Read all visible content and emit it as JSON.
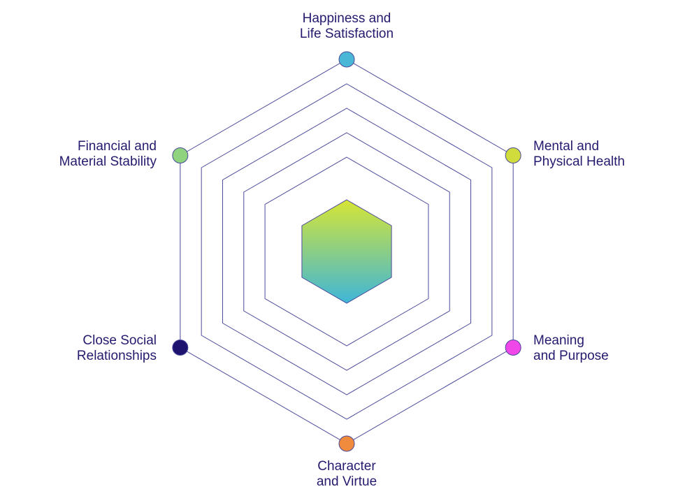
{
  "diagram": {
    "ring_count": 5,
    "line_color": "#4b4a9b",
    "label_color": "#241a6e",
    "center_gradient": [
      "#d6e535",
      "#3fb6d8"
    ],
    "dimensions": [
      {
        "line1": "Happiness and",
        "line2": "Life Satisfaction",
        "color": "#4bb7d6"
      },
      {
        "line1": "Mental and",
        "line2": "Physical Health",
        "color": "#cfdc3b"
      },
      {
        "line1": "Meaning",
        "line2": "and Purpose",
        "color": "#f047e8"
      },
      {
        "line1": "Character",
        "line2": "and Virtue",
        "color": "#f08a3c"
      },
      {
        "line1": "Close Social",
        "line2": "Relationships",
        "color": "#1e1470"
      },
      {
        "line1": "Financial and",
        "line2": "Material Stability",
        "color": "#8fd37e"
      }
    ]
  }
}
